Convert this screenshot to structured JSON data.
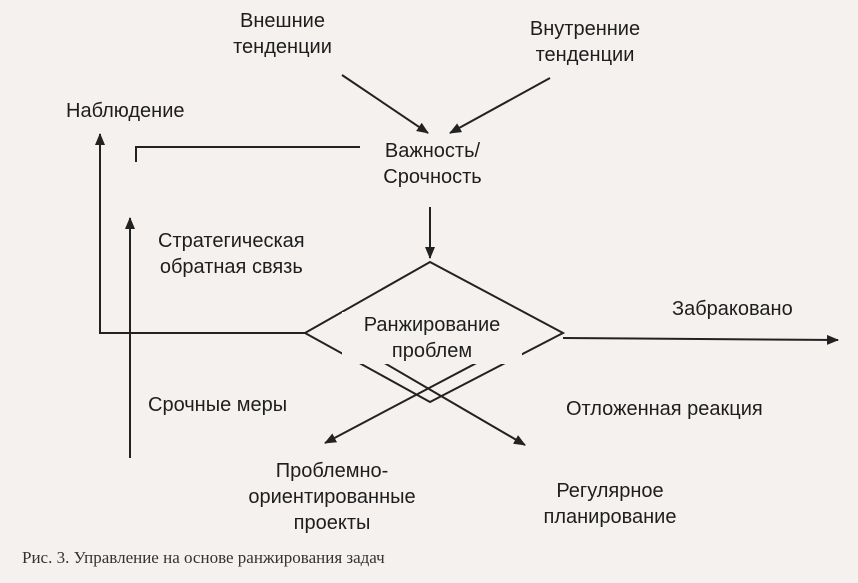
{
  "labels": {
    "external_trends": [
      "Внешние",
      "тенденции"
    ],
    "internal_trends": [
      "Внутренние",
      "тенденции"
    ],
    "observation": "Наблюдение",
    "importance_urgency": [
      "Важность/",
      "Срочность"
    ],
    "strategic_feedback": [
      "Стратегическая",
      "обратная связь"
    ],
    "ranking": [
      "Ранжирование",
      "проблем"
    ],
    "rejected": "Забраковано",
    "urgent_measures": "Срочные меры",
    "deferred_reaction": "Отложенная реакция",
    "problem_projects": [
      "Проблемно-",
      "ориентированные",
      "проекты"
    ],
    "regular_planning": [
      "Регулярное",
      "планирование"
    ]
  },
  "caption": "Рис. 3. Управление на основе ранжирования задач",
  "colors": {
    "ink": "#222222",
    "paper": "#f4f1ef"
  }
}
